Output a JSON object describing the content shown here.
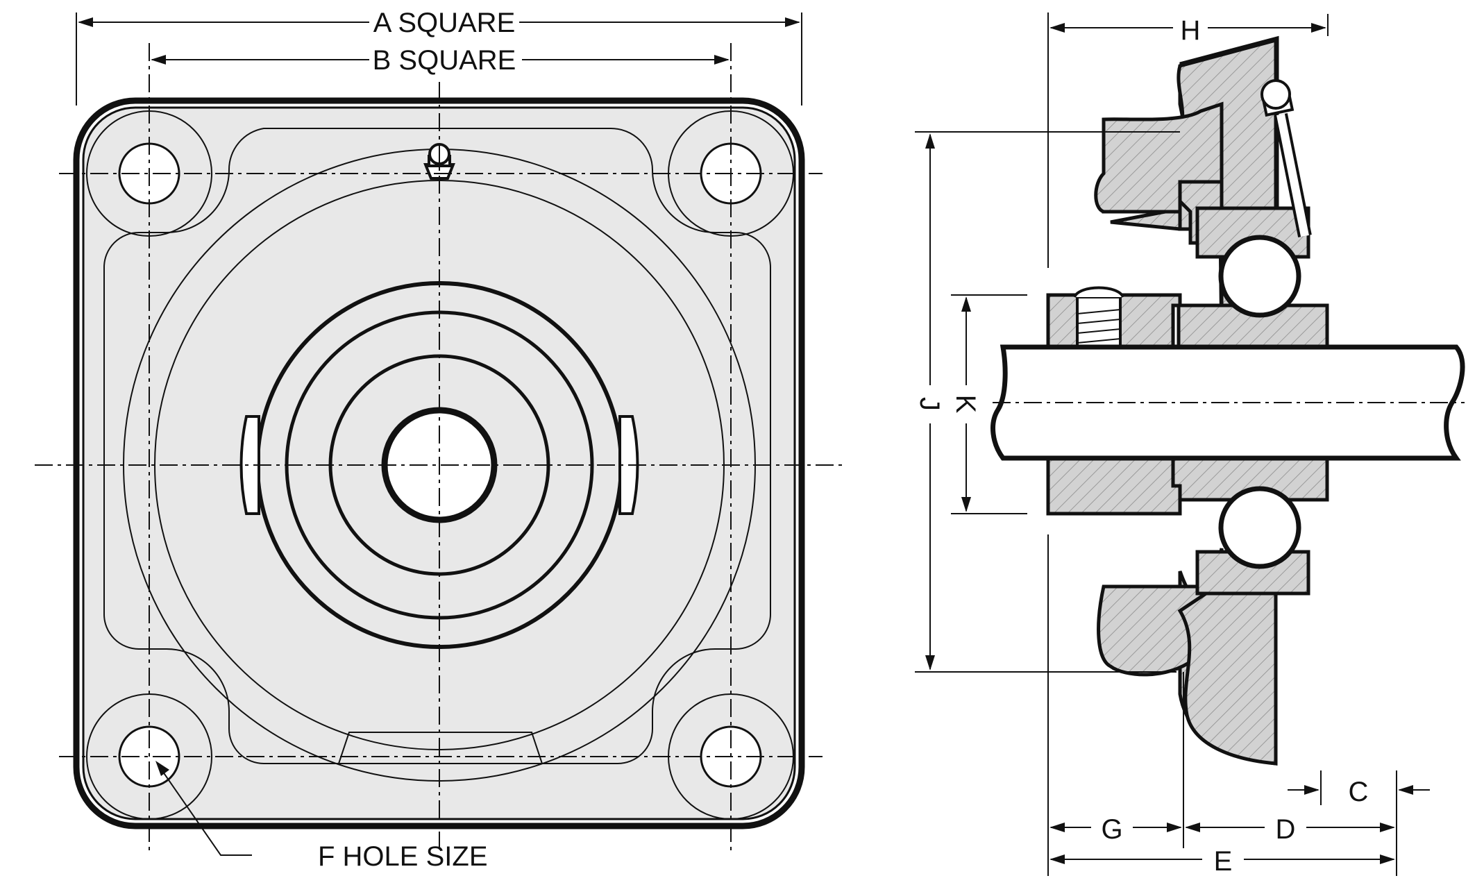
{
  "labels": {
    "a_square": "A SQUARE",
    "b_square": "B SQUARE",
    "f_hole_size": "F HOLE SIZE",
    "h": "H",
    "j": "J",
    "k": "K",
    "c": "C",
    "d": "D",
    "e": "E",
    "g": "G"
  },
  "colors": {
    "line": "#111111",
    "face_fill": "#e8e8e8",
    "section_fill": "#d2d2d2",
    "background": "#ffffff"
  }
}
